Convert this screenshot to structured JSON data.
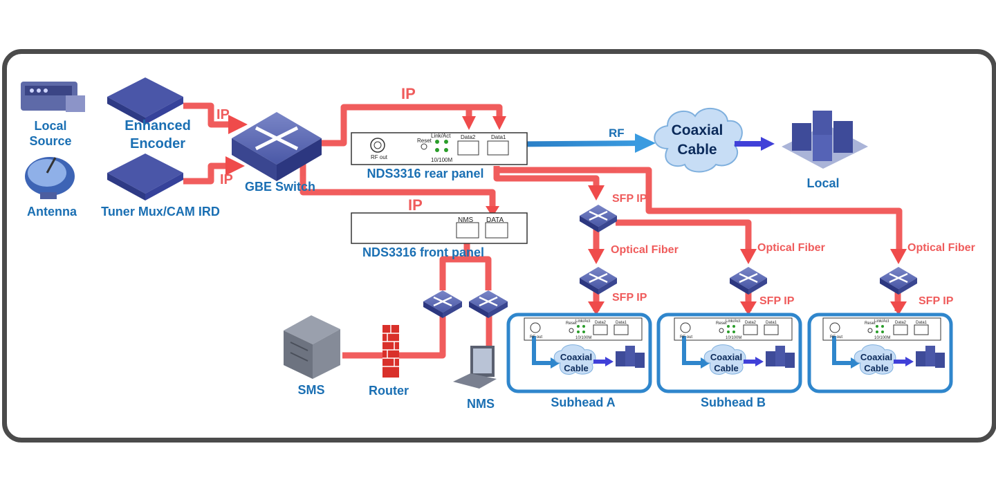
{
  "devices": {
    "local_source": "Local\nSource",
    "antenna": "Antenna",
    "enhanced_encoder": "Enhanced\nEncoder",
    "tuner": "Tuner Mux/CAM IRD",
    "gbe_switch": "GBE Switch",
    "rear_panel": "NDS3316 rear panel",
    "front_panel": "NDS3316 front panel",
    "coaxial_cable": "Coaxial\nCable",
    "local": "Local",
    "sms": "SMS",
    "router": "Router",
    "nms": "NMS",
    "subhead_a": "Subhead A",
    "subhead_b": "Subhead B"
  },
  "links": {
    "ip": "IP",
    "rf": "RF",
    "sfp_ip": "SFP IP",
    "optical_fiber": "Optical Fiber"
  },
  "panel": {
    "rf_out": "RF out",
    "reset": "Reset",
    "link_act": "Link/Act",
    "speed": "10/100M",
    "data1": "Data1",
    "data2": "Data2",
    "nms_port": "NMS",
    "data_port": "DATA"
  },
  "colors": {
    "ip_link": "#ef4b4b",
    "rf_link": "#1f78c8",
    "label_blue": "#1a6fb3",
    "frame": "#4b4b4b"
  }
}
